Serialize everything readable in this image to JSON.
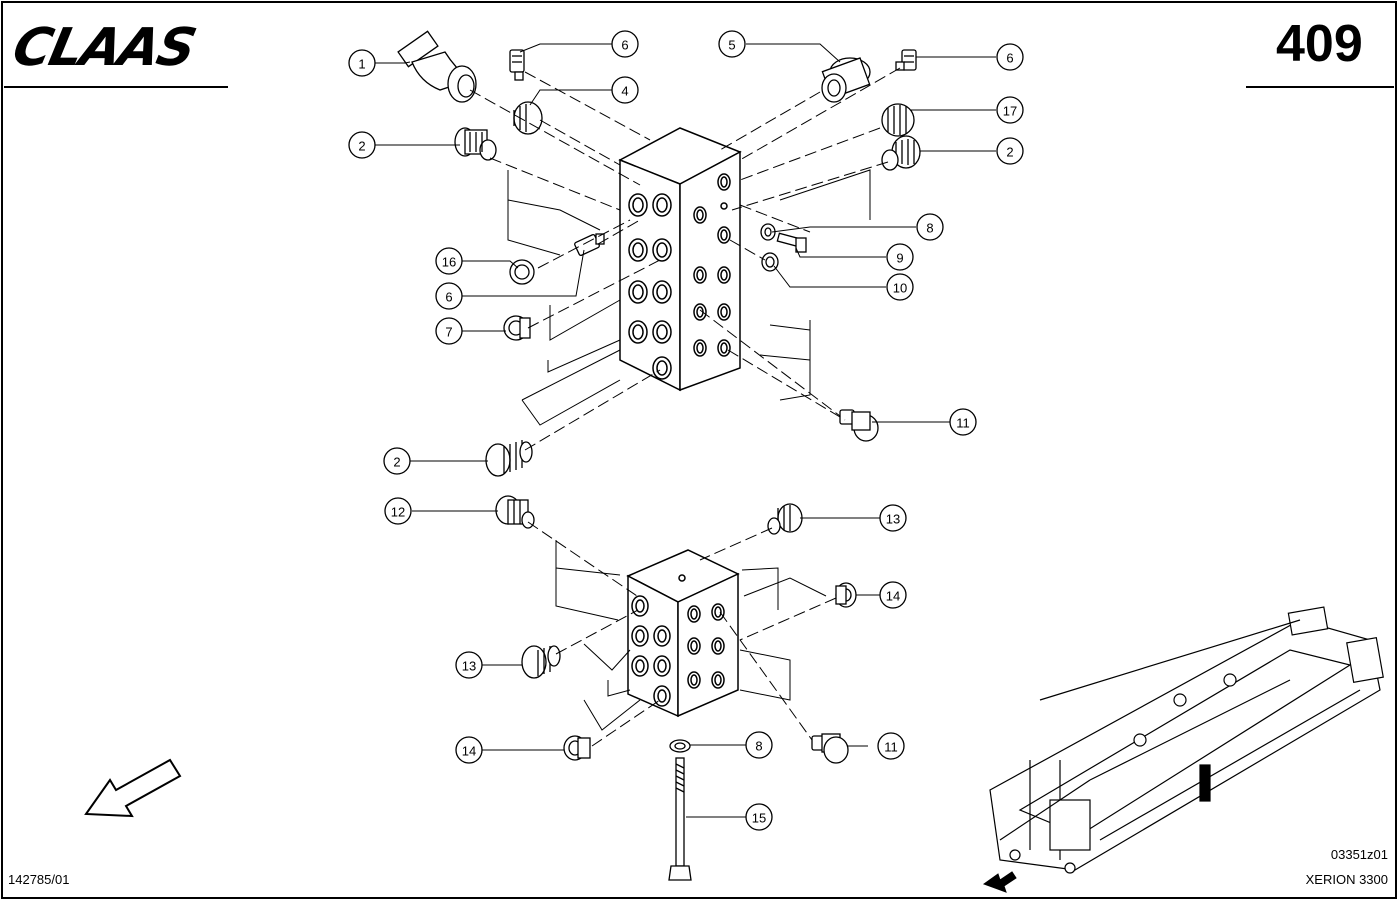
{
  "brand": "CLAAS",
  "page_number": "409",
  "drawing_code": "142785/01",
  "image_ref": "03351z01",
  "model": "XERION 3300",
  "callouts": [
    {
      "id": "c1",
      "label": "1"
    },
    {
      "id": "c2a",
      "label": "2"
    },
    {
      "id": "c2b",
      "label": "2"
    },
    {
      "id": "c2c",
      "label": "2"
    },
    {
      "id": "c4",
      "label": "4"
    },
    {
      "id": "c5",
      "label": "5"
    },
    {
      "id": "c6a",
      "label": "6"
    },
    {
      "id": "c6b",
      "label": "6"
    },
    {
      "id": "c6c",
      "label": "6"
    },
    {
      "id": "c7",
      "label": "7"
    },
    {
      "id": "c8a",
      "label": "8"
    },
    {
      "id": "c8b",
      "label": "8"
    },
    {
      "id": "c9",
      "label": "9"
    },
    {
      "id": "c10",
      "label": "10"
    },
    {
      "id": "c11a",
      "label": "11"
    },
    {
      "id": "c11b",
      "label": "11"
    },
    {
      "id": "c12",
      "label": "12"
    },
    {
      "id": "c13a",
      "label": "13"
    },
    {
      "id": "c13b",
      "label": "13"
    },
    {
      "id": "c14a",
      "label": "14"
    },
    {
      "id": "c14b",
      "label": "14"
    },
    {
      "id": "c15",
      "label": "15"
    },
    {
      "id": "c16",
      "label": "16"
    },
    {
      "id": "c17",
      "label": "17"
    }
  ]
}
